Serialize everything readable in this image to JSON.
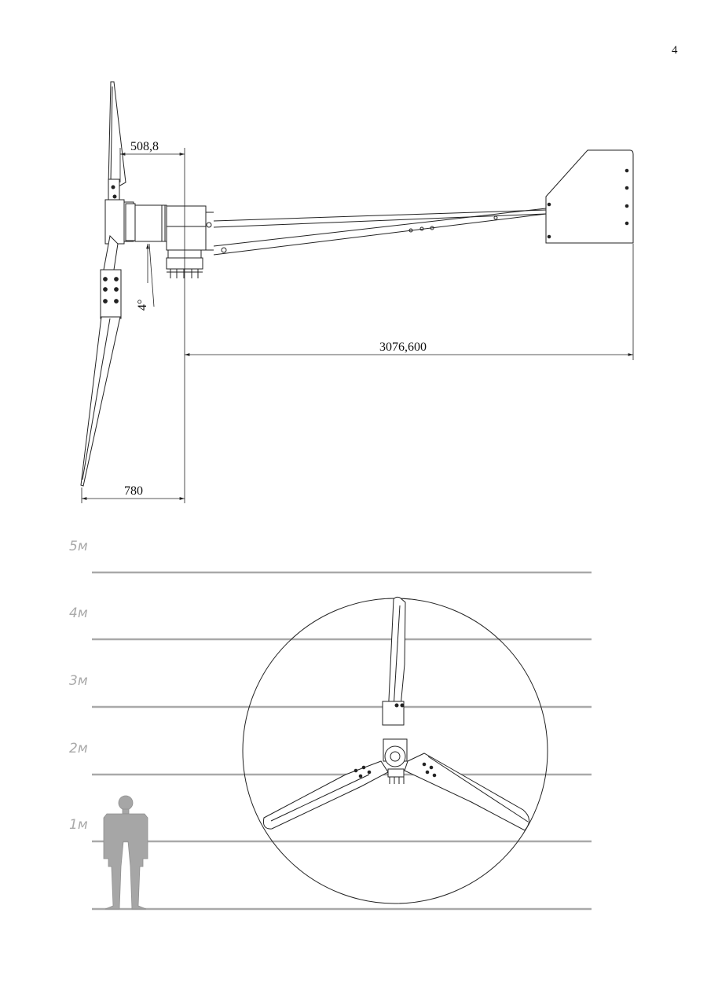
{
  "page": {
    "number": "4"
  },
  "side_view": {
    "dimensions": {
      "rotor_offset": "508,8",
      "tail_distance": "3076,600",
      "blade_offset": "780",
      "tilt_angle": "4°"
    }
  },
  "height_scale": {
    "labels": [
      "5м",
      "4м",
      "3м",
      "2м",
      "1м"
    ]
  },
  "colors": {
    "line": "#222222",
    "scale_line": "#a9a9a9",
    "person": "#a6a6a6"
  }
}
